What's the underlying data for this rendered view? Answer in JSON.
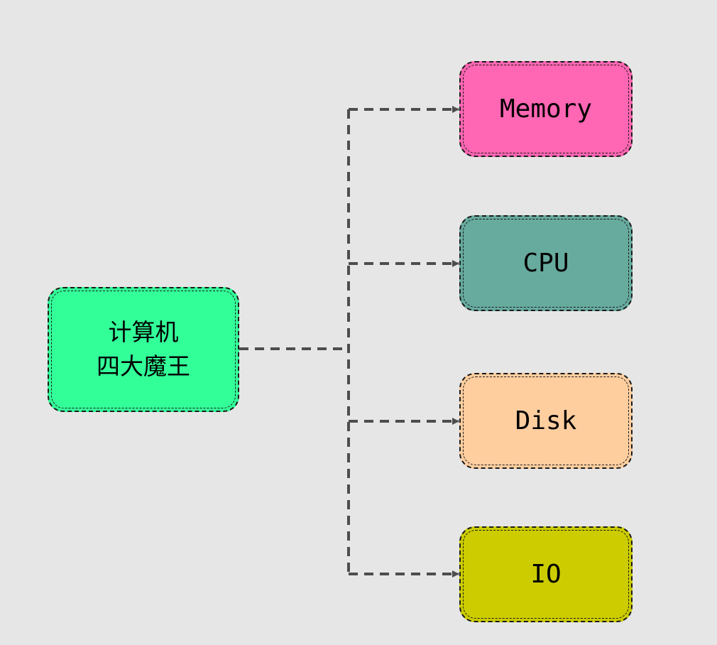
{
  "root": {
    "line1": "计算机",
    "line2": "四大魔王",
    "color": "#33ff99"
  },
  "children": [
    {
      "key": "memory",
      "label": "Memory",
      "color": "#ff66b3"
    },
    {
      "key": "cpu",
      "label": "CPU",
      "color": "#67ab9f"
    },
    {
      "key": "disk",
      "label": "Disk",
      "color": "#ffce9f"
    },
    {
      "key": "io",
      "label": "IO",
      "color": "#cccc00"
    }
  ],
  "connector_color": "#4d4d4d"
}
